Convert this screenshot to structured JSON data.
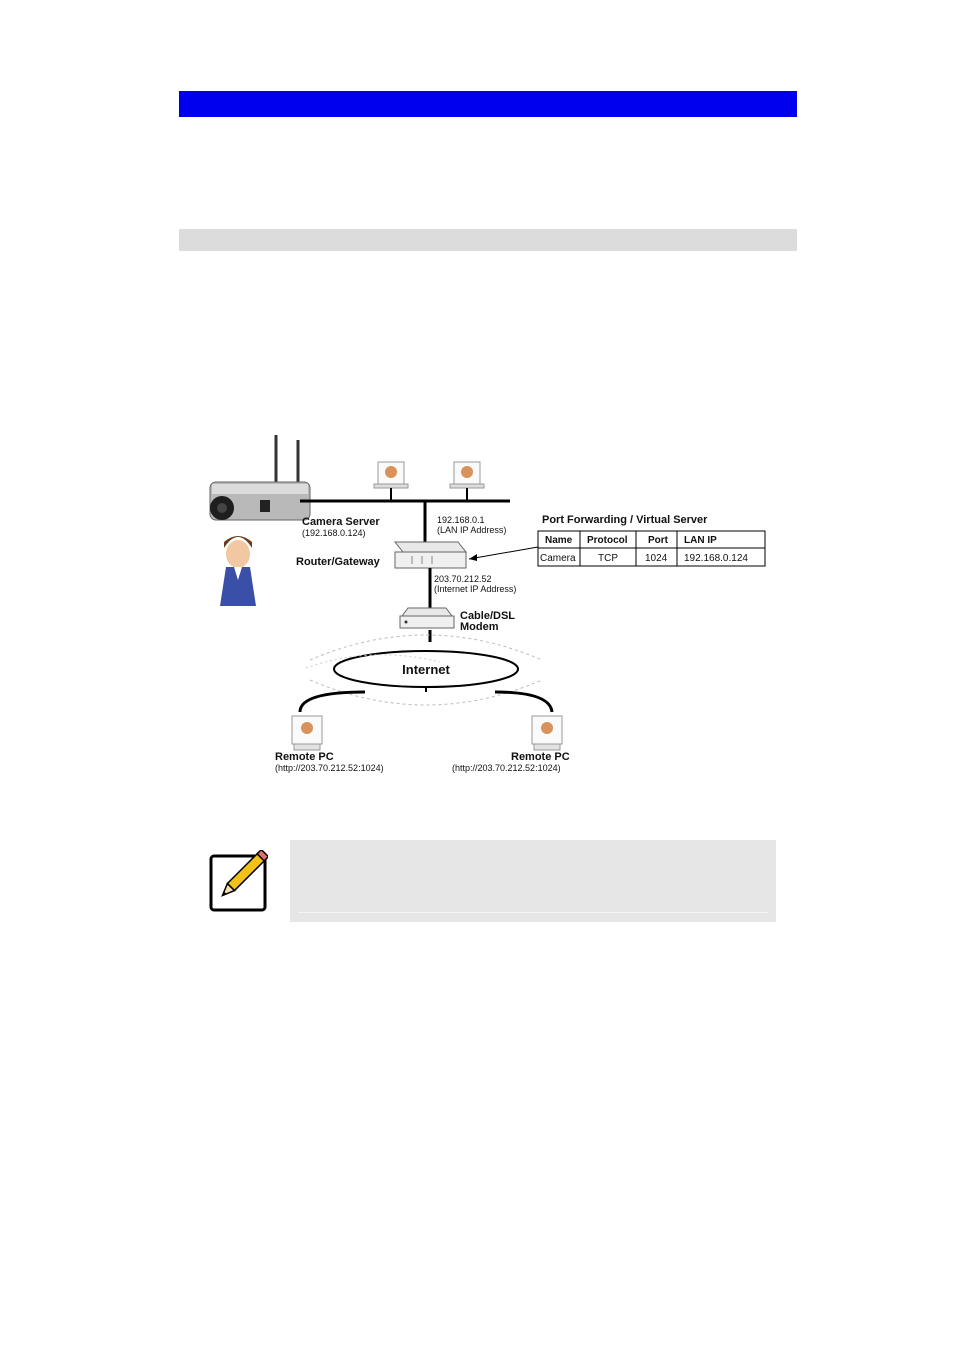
{
  "diagram": {
    "camera_server": {
      "name": "Camera Server",
      "ip": "(192.168.0.124)"
    },
    "router": {
      "name": "Router/Gateway",
      "lan_ip": "192.168.0.1",
      "lan_ip_label": "(LAN IP Address)",
      "wan_ip": "203.70.212.52",
      "wan_ip_label": "(Internet IP Address)"
    },
    "modem": {
      "line1": "Cable/DSL",
      "line2": "Modem"
    },
    "internet_label": "Internet",
    "remote_pcs": [
      {
        "name": "Remote PC",
        "url": "(http://203.70.212.52:1024)"
      },
      {
        "name": "Remote PC",
        "url": "(http://203.70.212.52:1024)"
      }
    ],
    "port_forwarding": {
      "title": "Port Forwarding / Virtual Server",
      "headers": [
        "Name",
        "Protocol",
        "Port",
        "LAN IP"
      ],
      "row": [
        "Camera",
        "TCP",
        "1024",
        "192.168.0.124"
      ]
    }
  },
  "colors": {
    "header_bar": "#0000ee",
    "section_bar": "#dcdcdc",
    "note_box": "#e6e6e6",
    "pencil": "#f2c21b"
  },
  "icons": {
    "note": "pencil-icon"
  }
}
